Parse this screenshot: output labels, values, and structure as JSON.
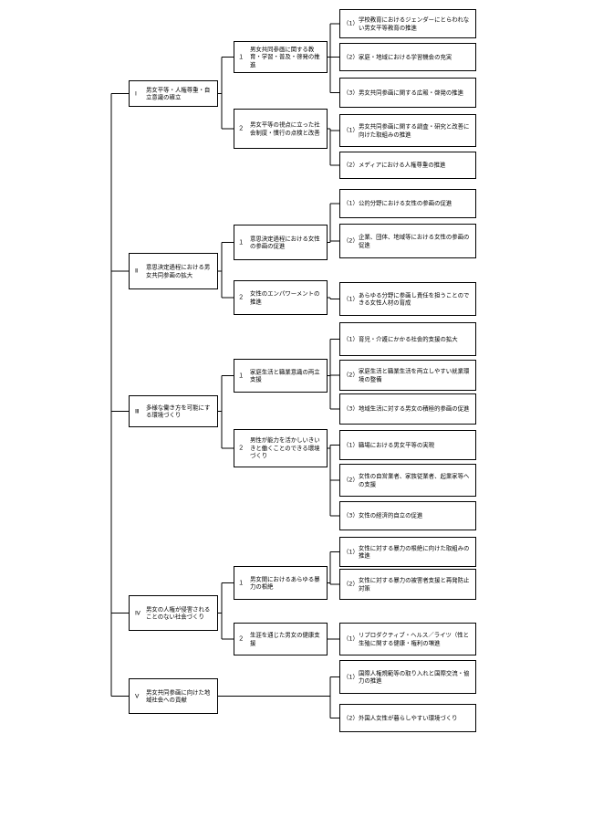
{
  "goals": [
    {
      "num": "Ⅰ",
      "title": "男女平等・人権尊重・自立意識の確立",
      "areas": [
        {
          "num": "１",
          "title": "男女共同参画に関する教育・学習・普及・啓発の推進",
          "measures": [
            {
              "num": "（1）",
              "title": "学校教育におけるジェンダーにとらわれない男女平等教育の推進"
            },
            {
              "num": "（2）",
              "title": "家庭・地域における学習機会の充実"
            },
            {
              "num": "（3）",
              "title": "男女共同参画に関する広報・啓発の推進"
            }
          ]
        },
        {
          "num": "２",
          "title": "男女平等の視点に立った社会制度・慣行の点検と改善",
          "measures": [
            {
              "num": "（1）",
              "title": "男女共同参画に関する調査・研究と改善に向けた取組みの推進"
            },
            {
              "num": "（2）",
              "title": "メディアにおける人権尊重の推進"
            }
          ]
        }
      ]
    },
    {
      "num": "Ⅱ",
      "title": "意思決定過程における男女共同参画の拡大",
      "areas": [
        {
          "num": "１",
          "title": "意思決定過程における女性の参画の促進",
          "measures": [
            {
              "num": "（1）",
              "title": "公的分野における女性の参画の促進"
            },
            {
              "num": "（2）",
              "title": "企業、団体、地域等における女性の参画の促進"
            }
          ]
        },
        {
          "num": "２",
          "title": "女性のエンパワーメントの推進",
          "measures": [
            {
              "num": "（1）",
              "title": "あらゆる分野に参画し責任を担うことのできる女性人材の育成"
            }
          ]
        }
      ]
    },
    {
      "num": "Ⅲ",
      "title": "多様な働き方を可能にする環境づくり",
      "areas": [
        {
          "num": "１",
          "title": "家庭生活と職業意識の両立支援",
          "measures": [
            {
              "num": "（1）",
              "title": "育児・介護にかかる社会的支援の拡大"
            },
            {
              "num": "（2）",
              "title": "家庭生活と職業生活を両立しやすい就業環境の整備"
            },
            {
              "num": "（3）",
              "title": "地域生活に対する男女の積極的参画の促進"
            }
          ]
        },
        {
          "num": "２",
          "title": "男性が能力を活かしいきいきと働くことのできる環境づくり",
          "measures": [
            {
              "num": "（1）",
              "title": "職場における男女平等の実現"
            },
            {
              "num": "（2）",
              "title": "女性の自営業者、家族従業者、起業家等への支援"
            },
            {
              "num": "（3）",
              "title": "女性の経済的自立の促進"
            }
          ]
        }
      ]
    },
    {
      "num": "Ⅳ",
      "title": "男女の人権が侵害されることのない社会づくり",
      "areas": [
        {
          "num": "１",
          "title": "男女間におけるあらゆる暴力の根絶",
          "measures": [
            {
              "num": "（1）",
              "title": "女性に対する暴力の根絶に向けた取組みの推進"
            },
            {
              "num": "（2）",
              "title": "女性に対する暴力の被害者支援と再発防止対策"
            }
          ]
        },
        {
          "num": "２",
          "title": "生涯を通じた男女の健康支援",
          "measures": [
            {
              "num": "（1）",
              "title": "リプロダクティブ・ヘルス／ライツ（性と生殖に関する健康・権利の増進"
            }
          ]
        }
      ]
    },
    {
      "num": "Ⅴ",
      "title": "男女共同参画に向けた地域社会への貢献",
      "areas": [
        {
          "num": "",
          "title": "",
          "measures": [
            {
              "num": "（1）",
              "title": "国際人権規範等の取り入れと国際交流・協力の推進"
            },
            {
              "num": "（2）",
              "title": "外国人女性が暮らしやすい環境づくり"
            }
          ]
        }
      ]
    }
  ]
}
